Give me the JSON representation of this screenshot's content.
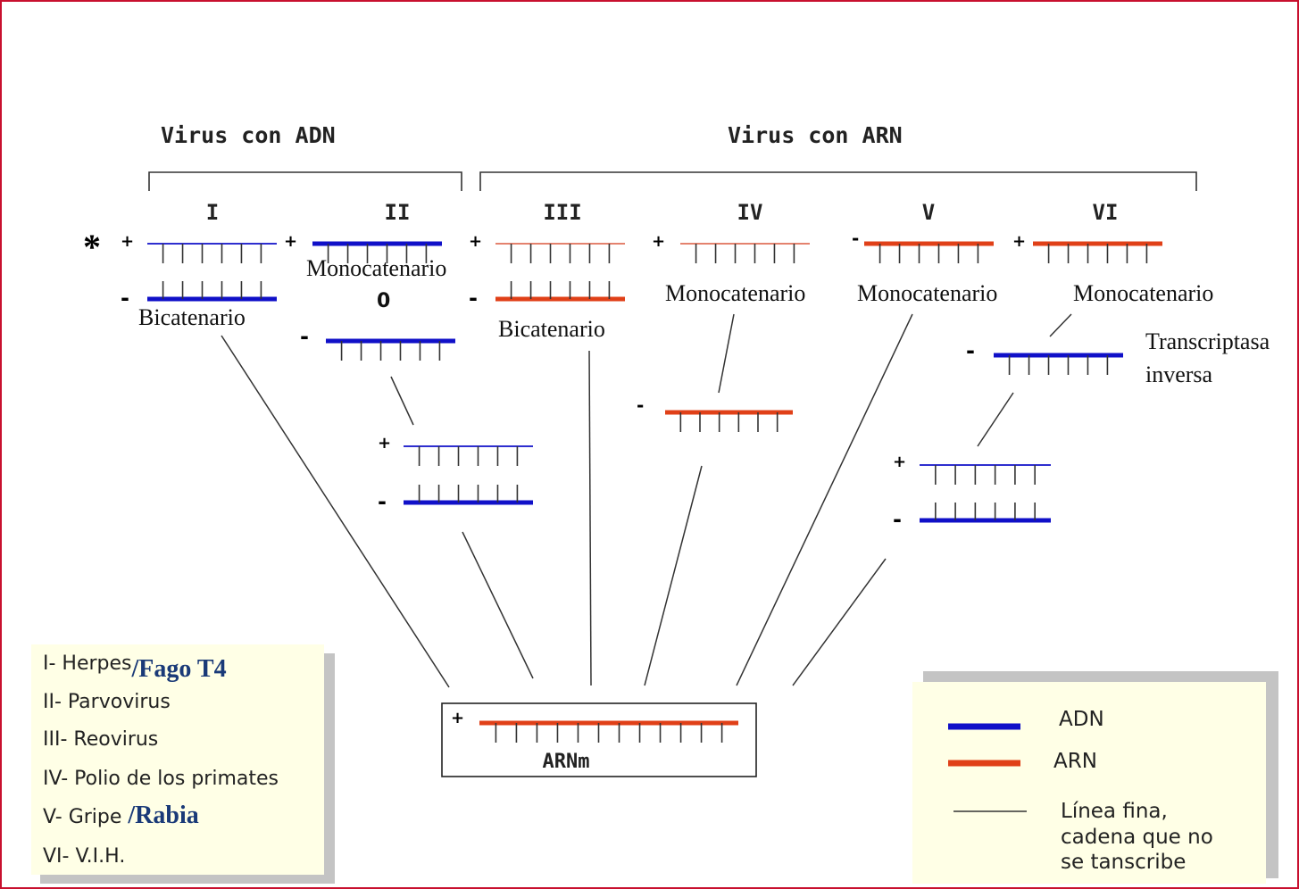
{
  "headers": {
    "dna": "Virus con ADN",
    "rna": "Virus con ARN"
  },
  "groups": {
    "I": "I",
    "II": "II",
    "III": "III",
    "IV": "IV",
    "V": "V",
    "VI": "VI"
  },
  "labels": {
    "asterisk": "*",
    "bicatenario": "Bicatenario",
    "monocatenario": "Monocatenario",
    "zero": "0",
    "rt_line1": "Transcriptasa",
    "rt_line2": "inversa",
    "mrna": "ARNm"
  },
  "signs": {
    "plus": "+",
    "minus": "-"
  },
  "examples": [
    {
      "text": "I- Herpes",
      "extra": "/Fago T4"
    },
    {
      "text": "II- Parvovirus"
    },
    {
      "text": "III- Reovirus"
    },
    {
      "text": "IV- Polio de los primates"
    },
    {
      "text": "V- Gripe",
      "extra": "/Rabia"
    },
    {
      "text": "VI- V.I.H."
    }
  ],
  "legend": {
    "dna": "ADN",
    "rna": "ARN",
    "thin_line1": "Línea fina,",
    "thin_line2": "cadena que no",
    "thin_line3": "se tanscribe"
  },
  "colors": {
    "dna": "#1010c8",
    "rna": "#e04018",
    "rna_thin": "#e0705a",
    "frame": "#c8102e",
    "panel": "#ffffe6",
    "panel_shadow": "#c4c4c4",
    "highlight_text": "#1a3a78"
  }
}
